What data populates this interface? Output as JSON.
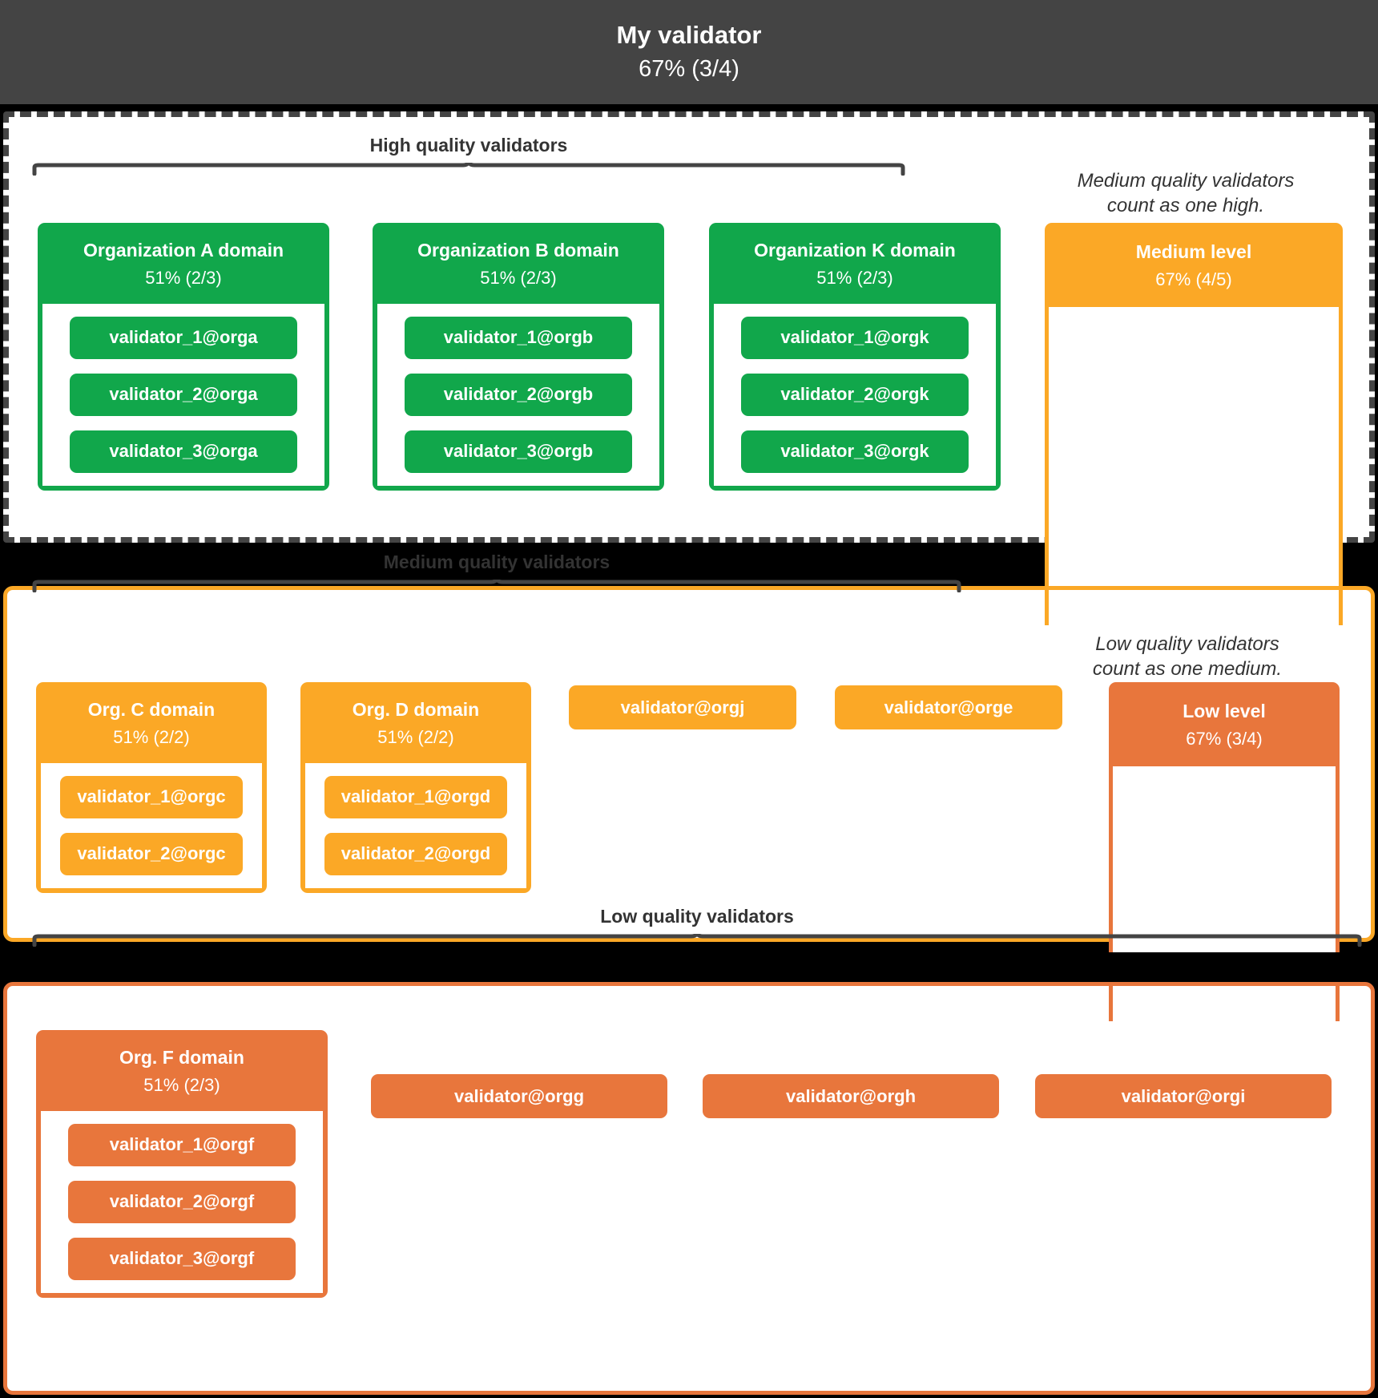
{
  "header": {
    "title": "My validator",
    "subtitle": "67% (3/4)"
  },
  "colors": {
    "high": "#11A74B",
    "medium": "#FBA826",
    "low": "#E8763C",
    "header_bg": "#444444",
    "text_dark": "#333333"
  },
  "sections": {
    "high": {
      "label": "High quality validators",
      "note": "Medium quality validators\ncount as one high.",
      "orgs": [
        {
          "name": "Organization A domain",
          "pct": "51% (2/3)",
          "validators": [
            "validator_1@orga",
            "validator_2@orga",
            "validator_3@orga"
          ]
        },
        {
          "name": "Organization B domain",
          "pct": "51% (2/3)",
          "validators": [
            "validator_1@orgb",
            "validator_2@orgb",
            "validator_3@orgb"
          ]
        },
        {
          "name": "Organization K domain",
          "pct": "51% (2/3)",
          "validators": [
            "validator_1@orgk",
            "validator_2@orgk",
            "validator_3@orgk"
          ]
        }
      ],
      "standalone": []
    },
    "medium": {
      "label": "Medium quality validators",
      "note": "Low quality validators\ncount as one medium.",
      "orgs": [
        {
          "name": "Org. C domain",
          "pct": "51% (2/2)",
          "validators": [
            "validator_1@orgc",
            "validator_2@orgc"
          ]
        },
        {
          "name": "Org. D domain",
          "pct": "51% (2/2)",
          "validators": [
            "validator_1@orgd",
            "validator_2@orgd"
          ]
        }
      ],
      "standalone": [
        "validator@orgj",
        "validator@orge"
      ]
    },
    "low": {
      "label": "Low quality validators",
      "orgs": [
        {
          "name": "Org. F domain",
          "pct": "51% (2/3)",
          "validators": [
            "validator_1@orgf",
            "validator_2@orgf",
            "validator_3@orgf"
          ]
        }
      ],
      "standalone": [
        "validator@orgg",
        "validator@orgh",
        "validator@orgi"
      ]
    }
  },
  "level_boxes": {
    "medium": {
      "name": "Medium level",
      "pct": "67% (4/5)"
    },
    "low": {
      "name": "Low level",
      "pct": "67% (3/4)"
    }
  }
}
